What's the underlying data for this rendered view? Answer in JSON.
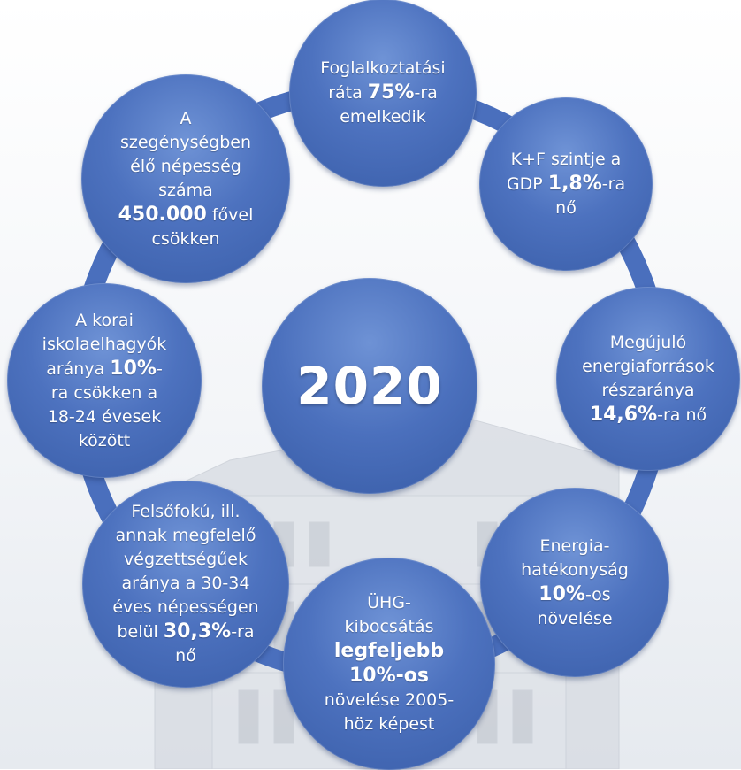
{
  "colors": {
    "ring": "#4a6fbd",
    "bubble": "#4d72bf",
    "text": "#ffffff"
  },
  "center": {
    "year": "2020"
  },
  "targets": [
    {
      "id": "employment",
      "lines": [
        [
          {
            "t": "Foglalkoztatási"
          }
        ],
        [
          {
            "t": "ráta "
          },
          {
            "t": "75%",
            "b": true
          },
          {
            "t": "-ra"
          }
        ],
        [
          {
            "t": "emelkedik"
          }
        ]
      ]
    },
    {
      "id": "rnd",
      "lines": [
        [
          {
            "t": "K+F szintje a"
          }
        ],
        [
          {
            "t": "GDP "
          },
          {
            "t": "1,8%",
            "b": true
          },
          {
            "t": "-ra"
          }
        ],
        [
          {
            "t": "nő"
          }
        ]
      ]
    },
    {
      "id": "renewable",
      "lines": [
        [
          {
            "t": "Megújuló"
          }
        ],
        [
          {
            "t": "energiaforrások"
          }
        ],
        [
          {
            "t": "részaránya"
          }
        ],
        [
          {
            "t": "14,6%",
            "b": true
          },
          {
            "t": "-ra nő"
          }
        ]
      ]
    },
    {
      "id": "efficiency",
      "lines": [
        [
          {
            "t": "Energia-"
          }
        ],
        [
          {
            "t": "hatékonyság"
          }
        ],
        [
          {
            "t": "10%",
            "b": true
          },
          {
            "t": "-os"
          }
        ],
        [
          {
            "t": "növelése"
          }
        ]
      ]
    },
    {
      "id": "ghg",
      "lines": [
        [
          {
            "t": "ÜHG-"
          }
        ],
        [
          {
            "t": "kibocsátás"
          }
        ],
        [
          {
            "t": "legfeljebb",
            "b": true
          }
        ],
        [
          {
            "t": "10%-os",
            "b": true
          }
        ],
        [
          {
            "t": "növelése 2005-"
          }
        ],
        [
          {
            "t": "höz képest"
          }
        ]
      ]
    },
    {
      "id": "tertiary",
      "lines": [
        [
          {
            "t": "Felsőfokú, ill."
          }
        ],
        [
          {
            "t": "annak megfelelő"
          }
        ],
        [
          {
            "t": "végzettségűek"
          }
        ],
        [
          {
            "t": "aránya a 30-34"
          }
        ],
        [
          {
            "t": "éves népességen"
          }
        ],
        [
          {
            "t": "belül "
          },
          {
            "t": "30,3%",
            "b": true
          },
          {
            "t": "-ra"
          }
        ],
        [
          {
            "t": "nő"
          }
        ]
      ]
    },
    {
      "id": "early-leavers",
      "lines": [
        [
          {
            "t": "A korai"
          }
        ],
        [
          {
            "t": "iskolaelhagyók"
          }
        ],
        [
          {
            "t": "aránya "
          },
          {
            "t": "10%",
            "b": true
          },
          {
            "t": "-"
          }
        ],
        [
          {
            "t": "ra csökken a"
          }
        ],
        [
          {
            "t": "18-24 évesek"
          }
        ],
        [
          {
            "t": "között"
          }
        ]
      ]
    },
    {
      "id": "poverty",
      "lines": [
        [
          {
            "t": "A"
          }
        ],
        [
          {
            "t": "szegénységben"
          }
        ],
        [
          {
            "t": "élő népesség"
          }
        ],
        [
          {
            "t": "száma"
          }
        ],
        [
          {
            "t": "450.000",
            "b": true
          },
          {
            "t": " fővel"
          }
        ],
        [
          {
            "t": "csökken"
          }
        ]
      ]
    }
  ]
}
